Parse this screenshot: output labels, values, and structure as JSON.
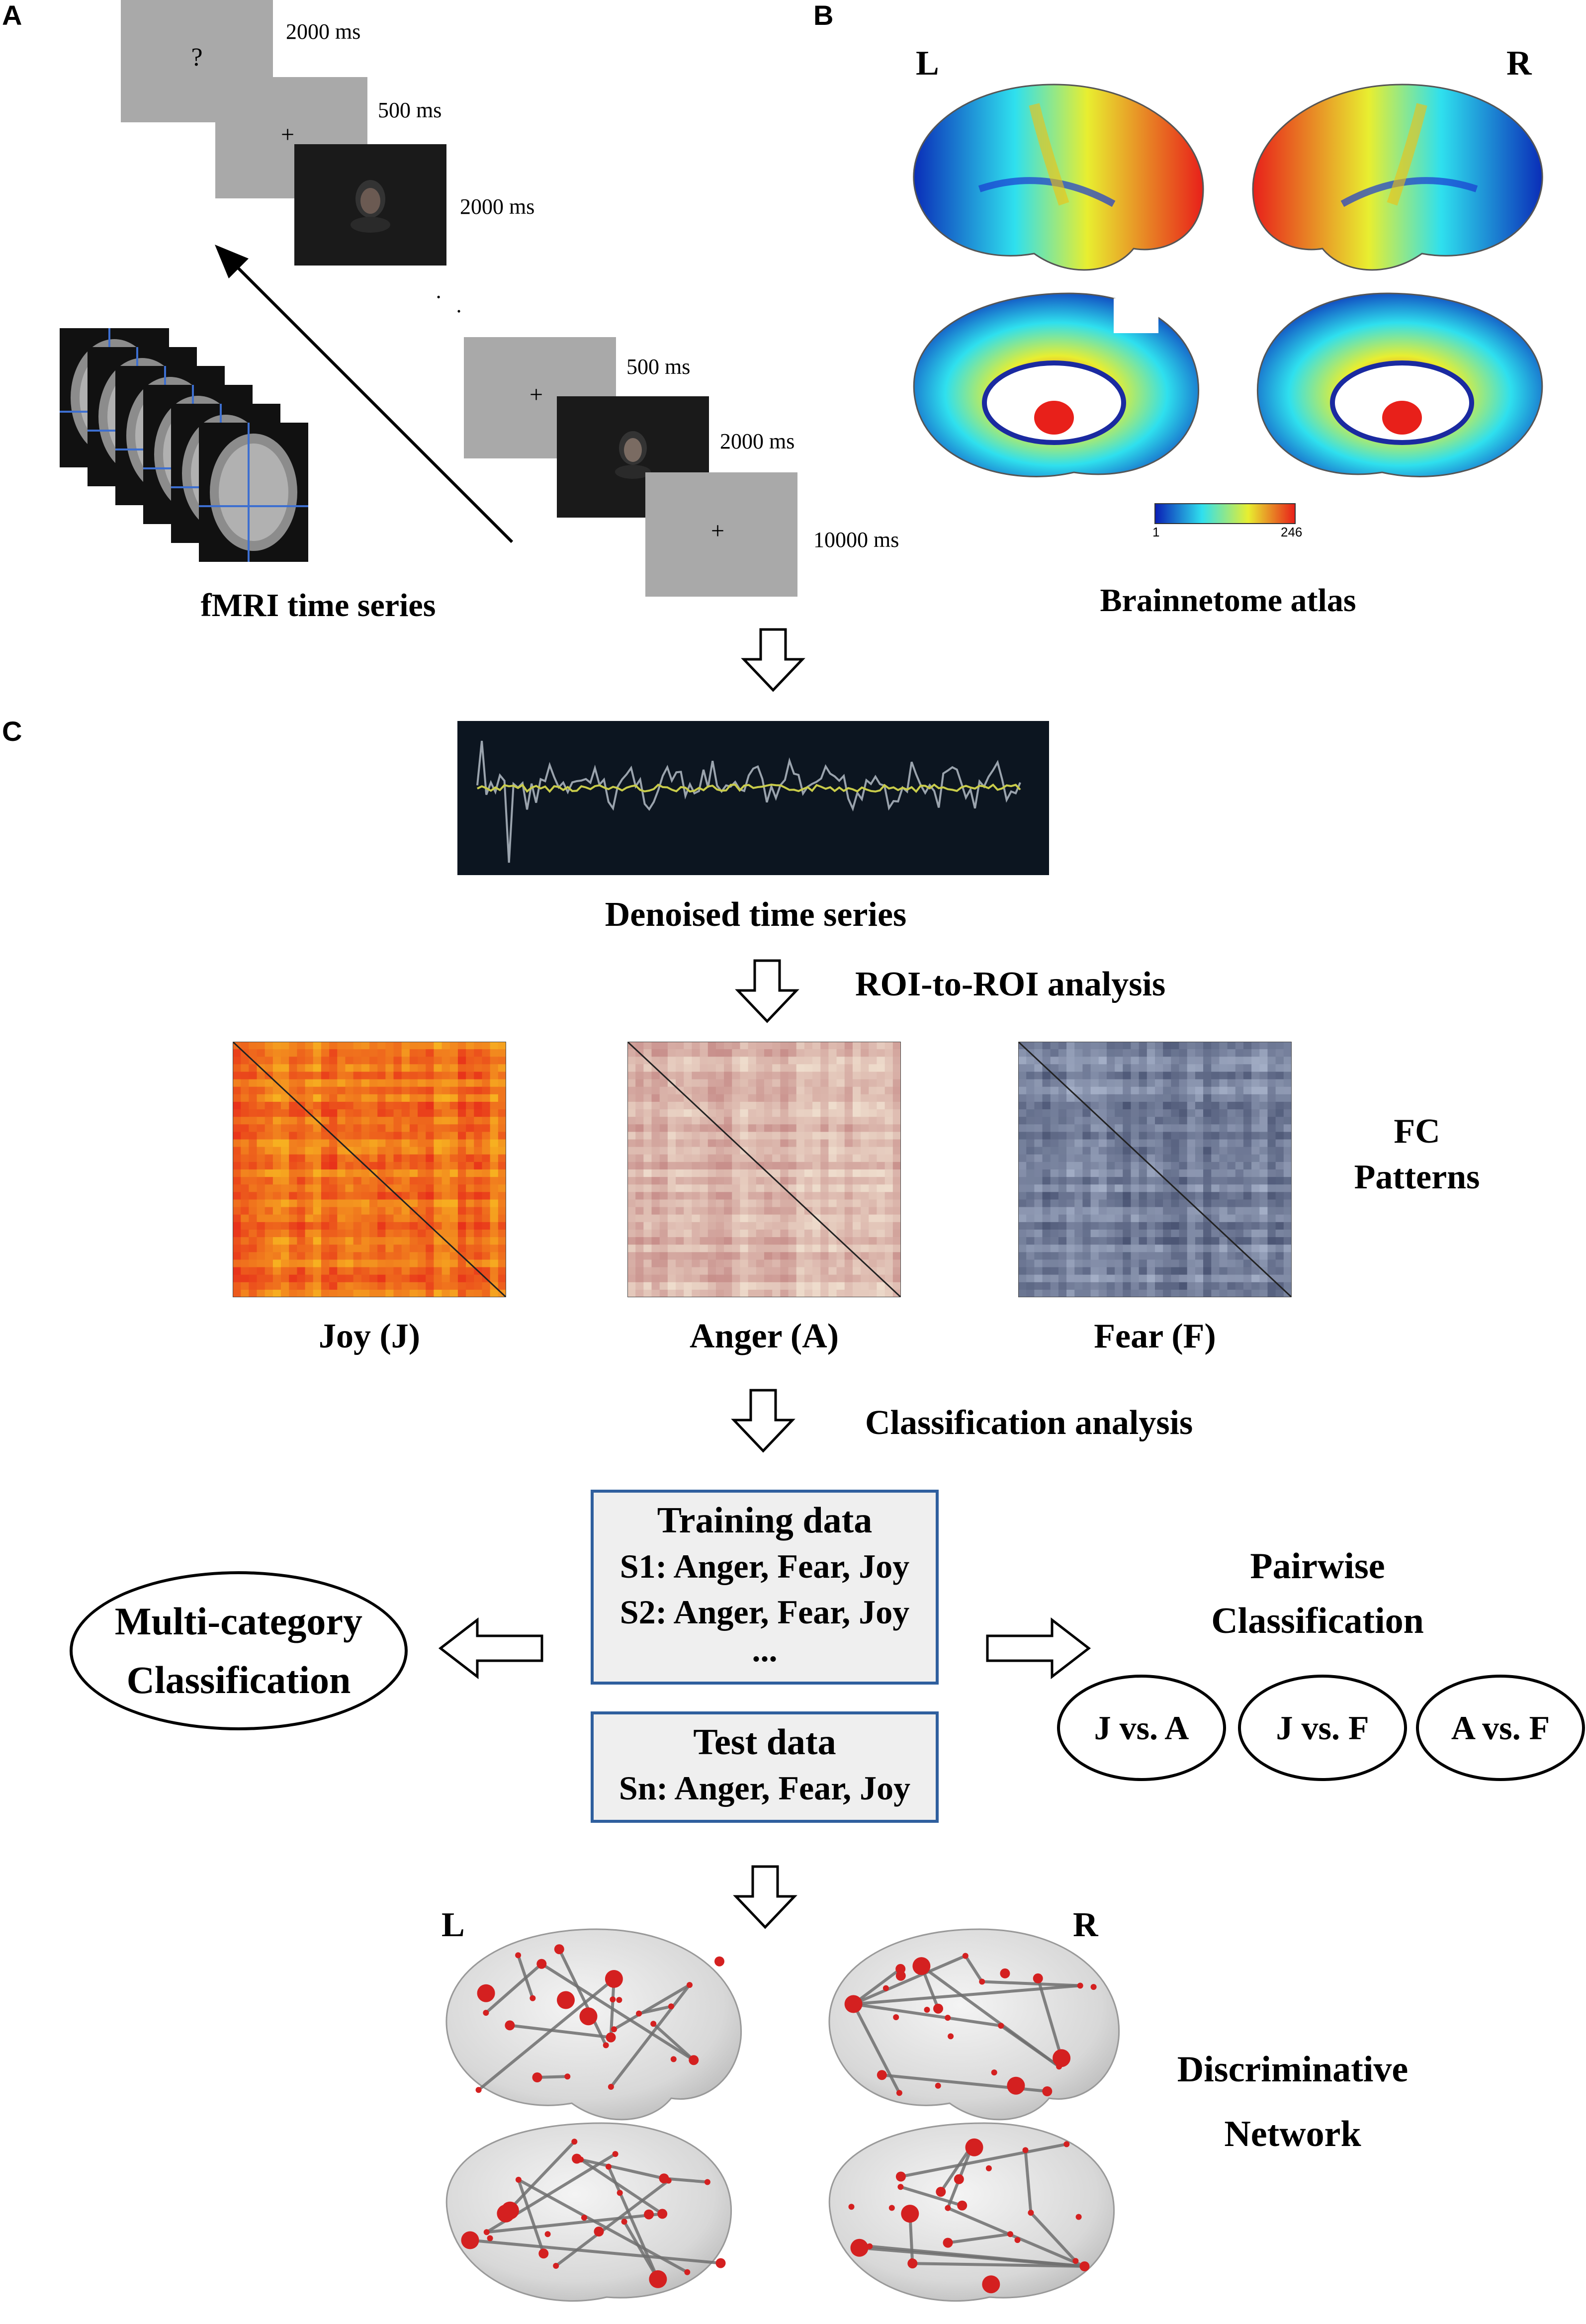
{
  "panels": {
    "a": "A",
    "b": "B",
    "c": "C"
  },
  "paradigm": {
    "q_mark": "?",
    "fixation": "+",
    "t_q": "2000 ms",
    "t_fix1": "500 ms",
    "t_face1": "2000 ms",
    "ellipsis": ". .",
    "t_fix2": "500 ms",
    "t_face2": "2000 ms",
    "t_rest": "10000 ms",
    "fmri_label": "fMRI time series"
  },
  "atlas": {
    "left": "L",
    "right": "R",
    "scale_min": "1",
    "scale_max": "246",
    "label": "Brainnetome atlas",
    "colors": {
      "low": "#0a1fb5",
      "mid": "#2fe0ee",
      "midhigh": "#e8ee30",
      "high": "#e8201a"
    }
  },
  "pipeline": {
    "denoised_label": "Denoised time series",
    "roi_label": "ROI-to-ROI analysis",
    "fc_label_1": "FC",
    "fc_label_2": "Patterns",
    "matrices": [
      {
        "label": "Joy (J)",
        "base": "#e8321a",
        "accent": "#f7b020"
      },
      {
        "label": "Anger (A)",
        "base": "#c88f8b",
        "accent": "#eedccc"
      },
      {
        "label": "Fear (F)",
        "base": "#4b5574",
        "accent": "#a3aec6"
      }
    ],
    "classification_label": "Classification analysis"
  },
  "training": {
    "title": "Training data",
    "row1": "S1: Anger, Fear, Joy",
    "row2": "S2: Anger, Fear, Joy",
    "row3": "..."
  },
  "test": {
    "title": "Test data",
    "row1": "Sn: Anger, Fear, Joy"
  },
  "multi": {
    "line1": "Multi-category",
    "line2": "Classification"
  },
  "pairwise": {
    "line1": "Pairwise",
    "line2": "Classification",
    "pairs": [
      "J vs. A",
      "J vs. F",
      "A vs. F"
    ]
  },
  "network": {
    "left": "L",
    "right": "R",
    "line1": "Discriminative",
    "line2": "Network"
  }
}
